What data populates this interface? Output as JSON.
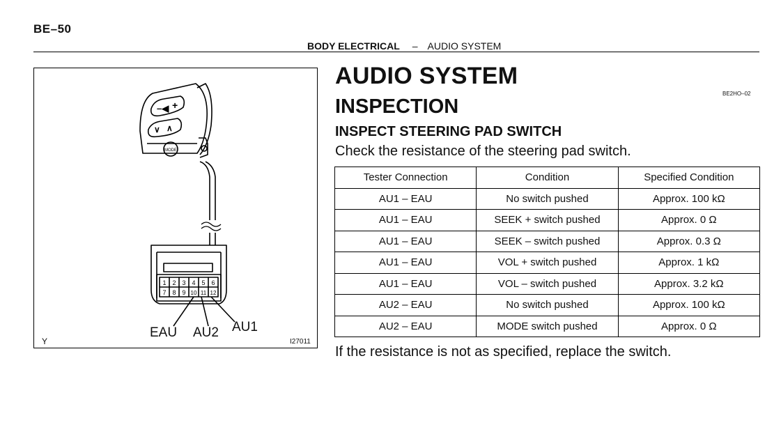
{
  "page": {
    "number": "BE–50",
    "section": "BODY ELECTRICAL",
    "separator": "–",
    "subsection": "AUDIO SYSTEM"
  },
  "figure": {
    "connector_labels": {
      "eau": "EAU",
      "au2": "AU2",
      "au1": "AU1"
    },
    "pins_row1": [
      "1",
      "2",
      "3",
      "4",
      "5",
      "6"
    ],
    "pins_row2": [
      "7",
      "8",
      "9",
      "10",
      "11",
      "12"
    ],
    "button_mode": "MODE",
    "corner_mark": "Y",
    "illustration_id": "I27011"
  },
  "content": {
    "title": "AUDIO SYSTEM",
    "doc_code": "BE2HO–02",
    "subtitle": "INSPECTION",
    "heading": "INSPECT STEERING PAD SWITCH",
    "intro": "Check the resistance of the steering pad switch.",
    "outro": "If the resistance is not as specified, replace the switch."
  },
  "table": {
    "headers": [
      "Tester Connection",
      "Condition",
      "Specified Condition"
    ],
    "rows": [
      [
        "AU1 – EAU",
        "No switch pushed",
        "Approx. 100 kΩ"
      ],
      [
        "AU1 – EAU",
        "SEEK + switch pushed",
        "Approx. 0 Ω"
      ],
      [
        "AU1 – EAU",
        "SEEK – switch pushed",
        "Approx. 0.3 Ω"
      ],
      [
        "AU1 – EAU",
        "VOL + switch pushed",
        "Approx. 1 kΩ"
      ],
      [
        "AU1 – EAU",
        "VOL – switch pushed",
        "Approx. 3.2 kΩ"
      ],
      [
        "AU2 – EAU",
        "No switch pushed",
        "Approx. 100 kΩ"
      ],
      [
        "AU2 – EAU",
        "MODE switch pushed",
        "Approx. 0 Ω"
      ]
    ]
  }
}
